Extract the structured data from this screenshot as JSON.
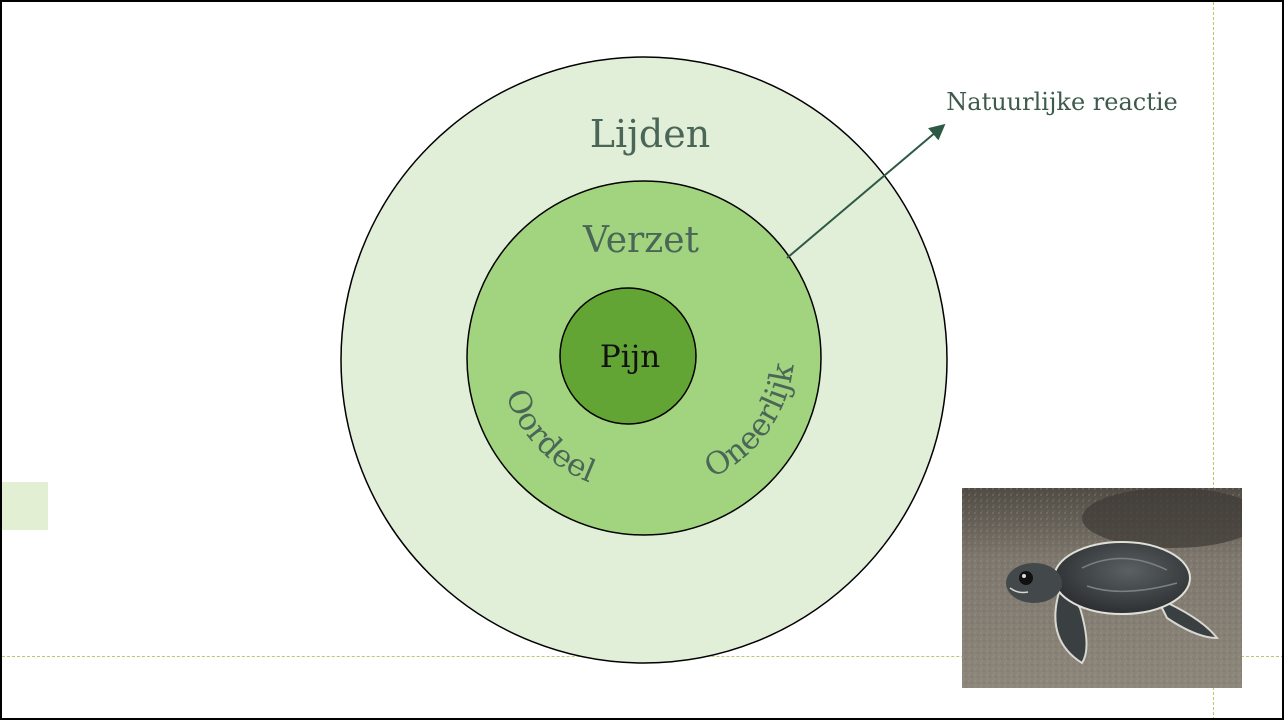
{
  "diagram": {
    "outer_label": "Lijden",
    "middle_label": "Verzet",
    "inner_label": "Pijn",
    "left_arc_label": "Oordeel",
    "right_arc_label": "Oneerlijk",
    "callout_label": "Natuurlijke reactie"
  },
  "colors": {
    "outer_fill": "#e2efd8",
    "middle_fill": "#a2d47f",
    "inner_fill": "#63a535",
    "label_text": "#4a6657",
    "inner_text": "#111111",
    "arrow": "#2e5a45",
    "guide": "#b8c96a"
  },
  "image": {
    "subject": "sea turtle hatchling on sand",
    "icon": "turtle-photo"
  }
}
